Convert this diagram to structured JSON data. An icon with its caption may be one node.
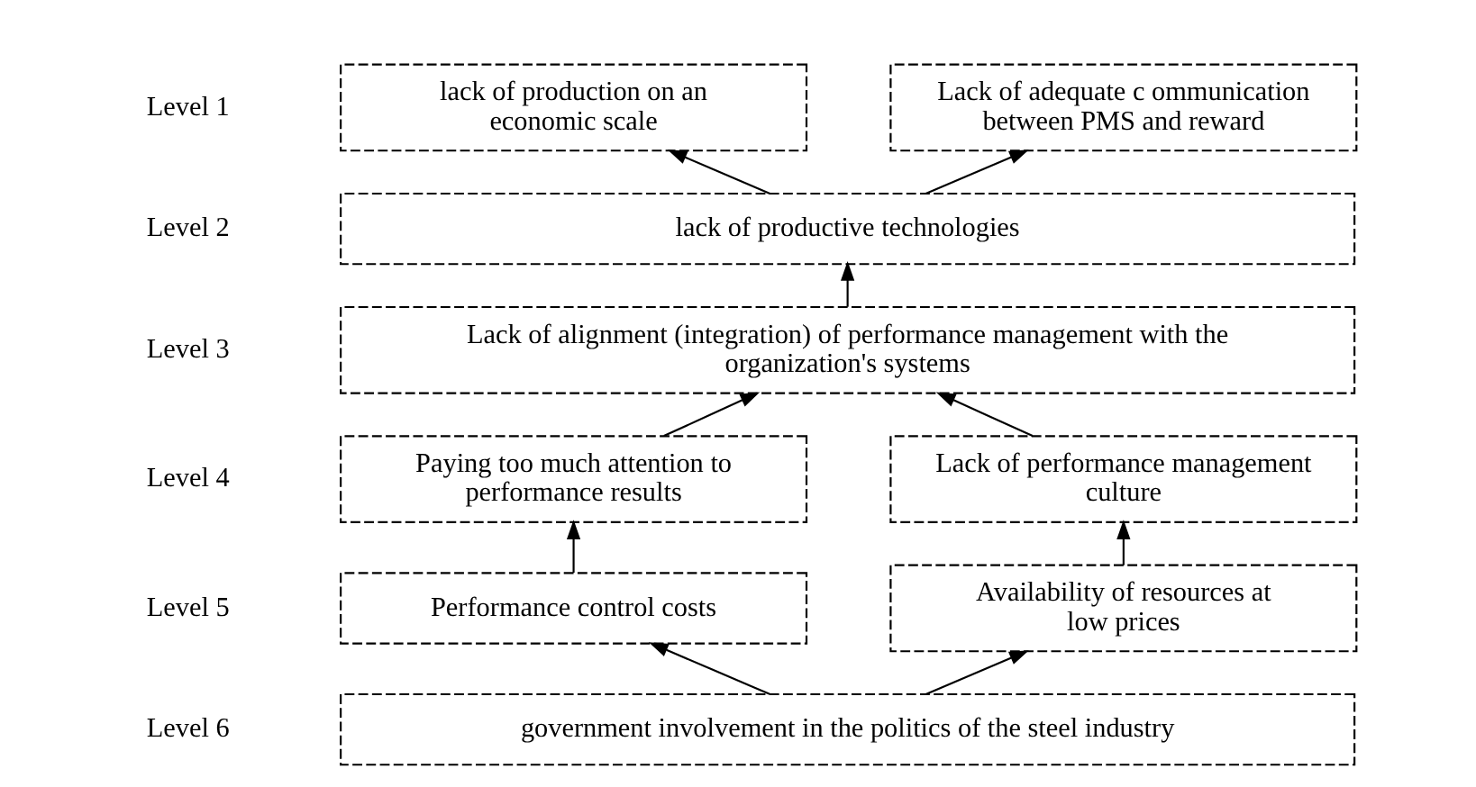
{
  "diagram": {
    "nodes": [
      {
        "text": [
          "Lack of adequate c ommunication between PMS and reward"
        ]
      },
      {
        "text": [
          "lack of production on an economic scale"
        ]
      },
      {
        "text": [
          "lack of productive technologies"
        ]
      },
      {
        "text": [
          "Lack of alignment (integration) of performance management with the organization's systems"
        ]
      },
      {
        "text": [
          "Paying too much attention to performance results"
        ]
      },
      {
        "text": [
          "Lack of performance management culture"
        ]
      },
      {
        "text": [
          "Performance control costs"
        ]
      },
      {
        "text": [
          "Availability of resources at low prices"
        ]
      },
      {
        "text": [
          "government involvement in the politics of the steel industry"
        ]
      }
    ],
    "edges": [
      {
        "from": 8,
        "to": 6,
        "arrow": "to"
      },
      {
        "from": 8,
        "to": 7,
        "arrow": "to"
      },
      {
        "from": 6,
        "to": 4,
        "arrow": "to"
      },
      {
        "from": 7,
        "to": 5,
        "arrow": "to"
      },
      {
        "from": 4,
        "to": 3,
        "arrow": "to"
      },
      {
        "from": 5,
        "to": 3,
        "arrow": "to"
      },
      {
        "from": 3,
        "to": 2,
        "arrow": "to"
      },
      {
        "from": 2,
        "to": 0,
        "arrow": "to"
      },
      {
        "from": 2,
        "to": 1,
        "arrow": "to"
      }
    ],
    "labels": [
      "Level 1",
      "Level 2",
      "Level 3",
      "Level 4",
      "Level 5",
      "Level 6"
    ]
  }
}
